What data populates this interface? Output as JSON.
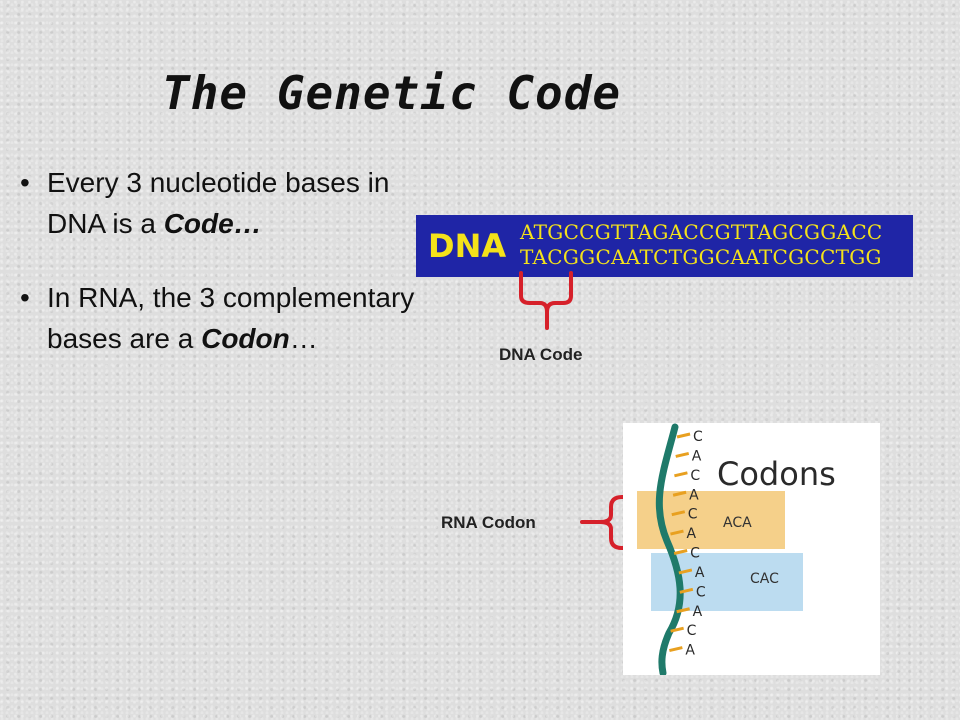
{
  "slide": {
    "title": "The Genetic Code",
    "bullet_glyph": "•",
    "bullets": [
      {
        "lead": "Every 3 nucleotide bases in DNA is a ",
        "term": "Code…",
        "tail": ""
      },
      {
        "lead": "In RNA, the 3 complementary bases are a ",
        "term": "Codon",
        "tail": "…"
      }
    ]
  },
  "dna_figure": {
    "word": "DNA",
    "strand_top": "ATGCCGTTAGACCGTTAGCGGACC",
    "strand_bottom": "TACGGCAATCTGGCAATCGCCTGG",
    "label": "DNA Code",
    "color_bg": "#1f25a6",
    "color_text": "#f4e21a"
  },
  "codon_figure": {
    "title": "Codons",
    "bases": [
      "C",
      "A",
      "C",
      "A",
      "C",
      "A",
      "C",
      "A",
      "C",
      "A",
      "C",
      "A"
    ],
    "codon_1": "ACA",
    "codon_2": "CAC",
    "label": "RNA Codon",
    "color_codon_1": "#f5d08a",
    "color_codon_2": "#bcdcf0",
    "color_strand": "#1f7a6a",
    "color_bracket": "#d6202a"
  }
}
